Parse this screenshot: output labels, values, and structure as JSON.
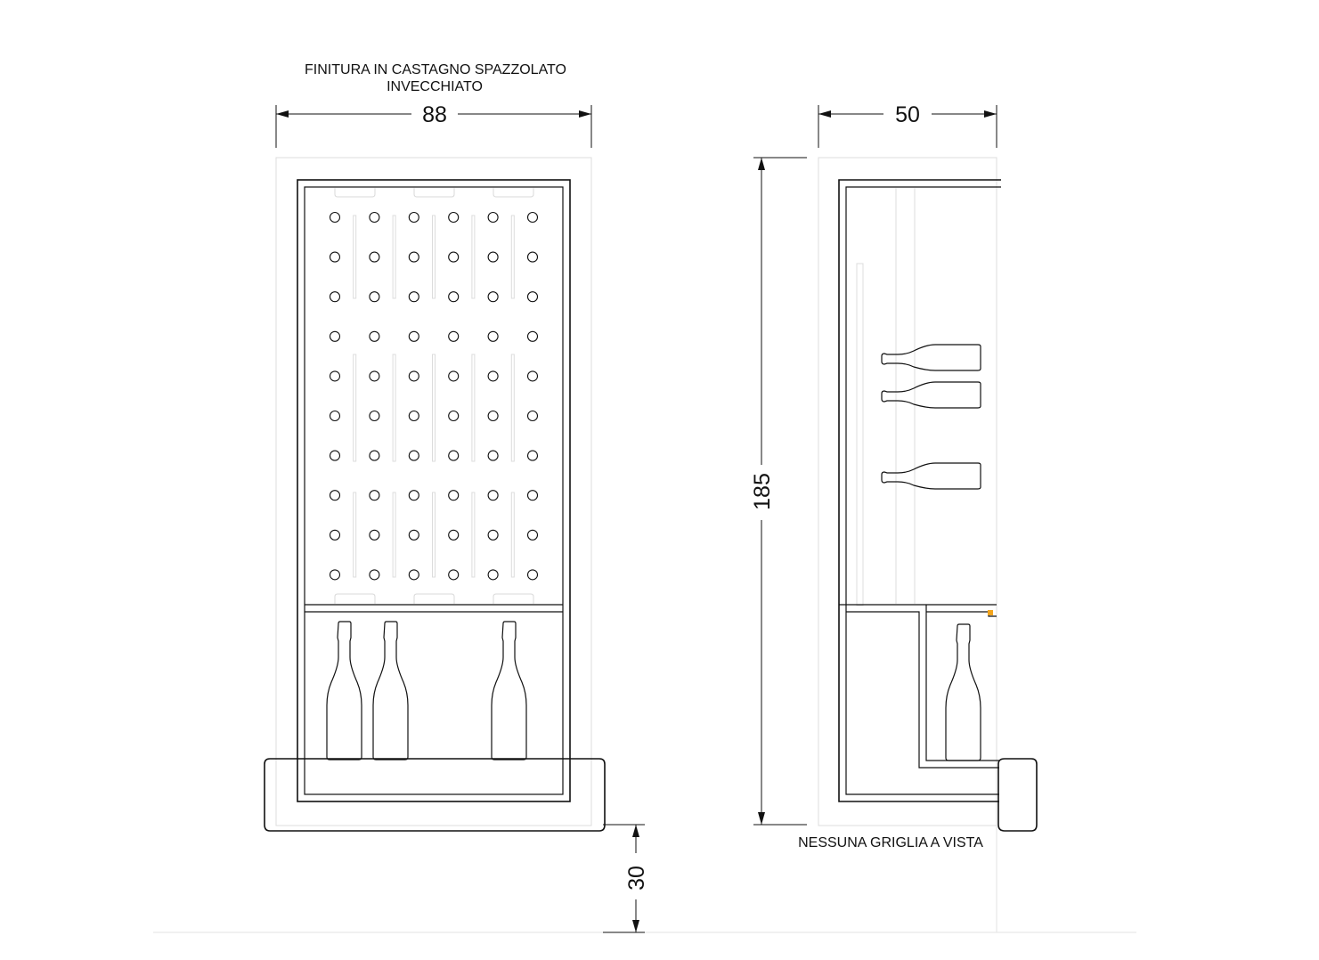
{
  "notes": {
    "finish_line1": "FINITURA IN CASTAGNO SPAZZOLATO",
    "finish_line2": "INVECCHIATO",
    "no_grille": "NESSUNA GRIGLIA A VISTA"
  },
  "dimensions": {
    "front_width": "88",
    "side_depth": "50",
    "height": "185",
    "base_height": "30"
  },
  "front_view": {
    "peg_columns": 6,
    "peg_rows": 10,
    "displayed_bottles": 3
  },
  "side_view": {
    "rack_bottles": 3,
    "displayed_bottles": 1
  },
  "colors": {
    "line": "#111111",
    "faint": "#d8d8d8",
    "accent": "#f2a41c"
  }
}
